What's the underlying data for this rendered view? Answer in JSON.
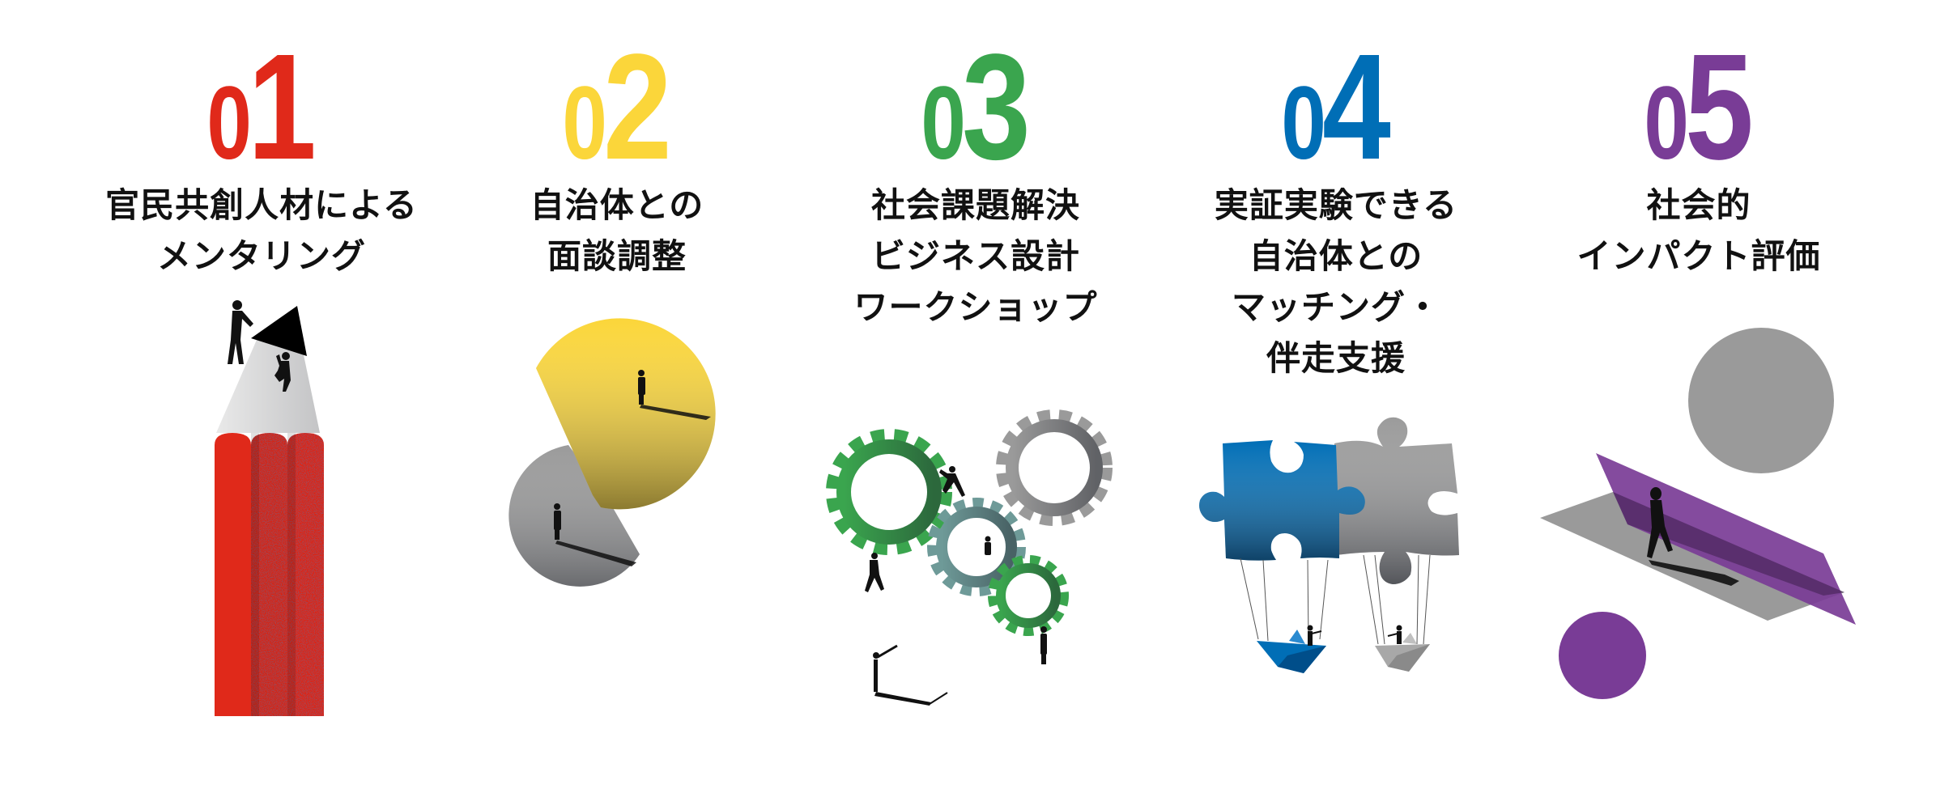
{
  "colors": {
    "red": "#E0291A",
    "yellow": "#FBD63A",
    "green": "#3AA54E",
    "blue": "#006EB6",
    "purple": "#793C96",
    "grey": "#9A9A9A",
    "text": "#111111"
  },
  "steps": [
    {
      "number_prefix": "0",
      "number_digit": "1",
      "title_lines": [
        "官民共創人材による",
        "メンタリング"
      ],
      "illustration": "pencil-climbers-icon"
    },
    {
      "number_prefix": "0",
      "number_digit": "2",
      "title_lines": [
        "自治体との",
        "面談調整"
      ],
      "illustration": "two-circles-people-icon"
    },
    {
      "number_prefix": "0",
      "number_digit": "3",
      "title_lines": [
        "社会課題解決",
        "ビジネス設計",
        "ワークショップ"
      ],
      "illustration": "gears-teamwork-icon"
    },
    {
      "number_prefix": "0",
      "number_digit": "4",
      "title_lines": [
        "実証実験できる",
        "自治体との",
        "マッチング・",
        "伴走支援"
      ],
      "illustration": "puzzle-balloons-icon"
    },
    {
      "number_prefix": "0",
      "number_digit": "5",
      "title_lines": [
        "社会的",
        "インパクト評価"
      ],
      "illustration": "geometric-walker-icon"
    }
  ]
}
